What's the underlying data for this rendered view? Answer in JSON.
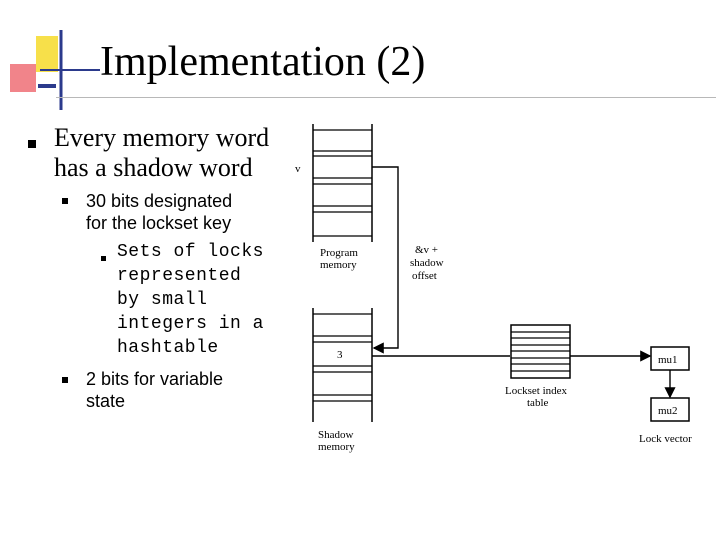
{
  "slide": {
    "title": "Implementation (2)",
    "bullet1": {
      "line1": "Every memory word",
      "line2": "has a shadow word"
    },
    "sub1": {
      "line1": "30 bits designated",
      "line2": "for the lockset key"
    },
    "subsub1": {
      "line1": "Sets of locks",
      "line2": "represented",
      "line3": "by small",
      "line4": "integers in a",
      "line5": "hashtable"
    },
    "sub2": {
      "line1": "2 bits for variable",
      "line2": "state"
    }
  },
  "diagram": {
    "v_label": "v",
    "program_memory": {
      "line1": "Program",
      "line2": "memory"
    },
    "offset_label": {
      "line1": "&v +",
      "line2": "shadow",
      "line3": "offset"
    },
    "shadow_value": "3",
    "shadow_memory": {
      "line1": "Shadow",
      "line2": "memory"
    },
    "lockset_table": {
      "line1": "Lockset index",
      "line2": "table"
    },
    "mu1": "mu1",
    "mu2": "mu2",
    "lock_vector": "Lock vector"
  },
  "colors": {
    "accent_yellow": "#f7e04a",
    "accent_red": "#e8323c",
    "accent_blue": "#2b3a8c"
  }
}
